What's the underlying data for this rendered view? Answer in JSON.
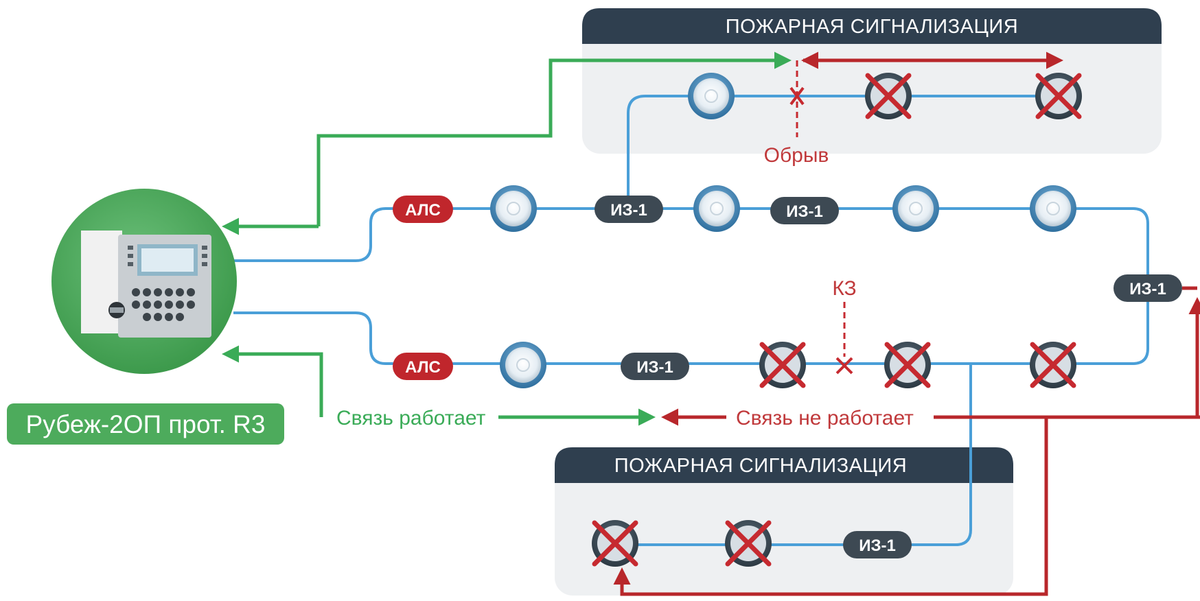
{
  "zones": {
    "top_title": "ПОЖАРНАЯ СИГНАЛИЗАЦИЯ",
    "bottom_title": "ПОЖАРНАЯ СИГНАЛИЗАЦИЯ"
  },
  "device": {
    "label": "Рубеж-2ОП прот. R3"
  },
  "chips": {
    "als": "АЛС",
    "iz": "ИЗ-1"
  },
  "annotations": {
    "break": "Обрыв",
    "short": "КЗ",
    "link_ok": "Связь работает",
    "link_fail": "Связь не работает"
  },
  "colors": {
    "loop_line": "#4a9fd8",
    "ok_arrow": "#3aab57",
    "fail_arrow": "#b8272b",
    "als_chip": "#c0262c",
    "iz_chip": "#3d4953",
    "zone_header": "#2f3f4f",
    "zone_bg": "#eef0f2",
    "device_green": "#4dab5c"
  }
}
